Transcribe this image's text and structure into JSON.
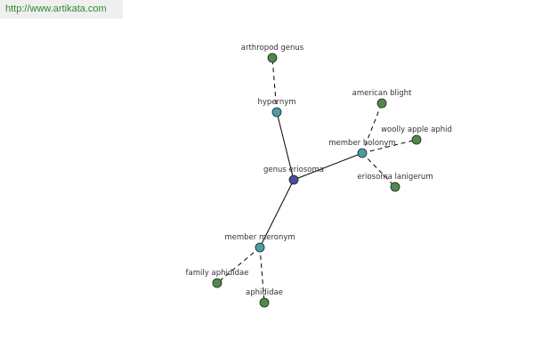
{
  "header": {
    "url": "http://www.artikata.com"
  },
  "colors": {
    "center": "#4a4f9a",
    "relation": "#4a9ea0",
    "leaf": "#4f8a4a",
    "edge": "#000000"
  },
  "graph": {
    "center": {
      "id": "center",
      "label": "genus eriosoma"
    },
    "relations": [
      {
        "id": "hypernym",
        "label": "hypernym",
        "leaves": [
          {
            "id": "arthropod-genus",
            "label": "arthropod genus"
          }
        ]
      },
      {
        "id": "member-holonym",
        "label": "member holonym",
        "leaves": [
          {
            "id": "american-blight",
            "label": "american blight"
          },
          {
            "id": "woolly-apple-aphid",
            "label": "woolly apple aphid"
          },
          {
            "id": "eriosoma-lanigerum",
            "label": "eriosoma lanigerum"
          }
        ]
      },
      {
        "id": "member-meronym",
        "label": "member meronym",
        "leaves": [
          {
            "id": "family-aphididae",
            "label": "family aphididae"
          },
          {
            "id": "aphididae",
            "label": "aphididae"
          }
        ]
      }
    ]
  }
}
